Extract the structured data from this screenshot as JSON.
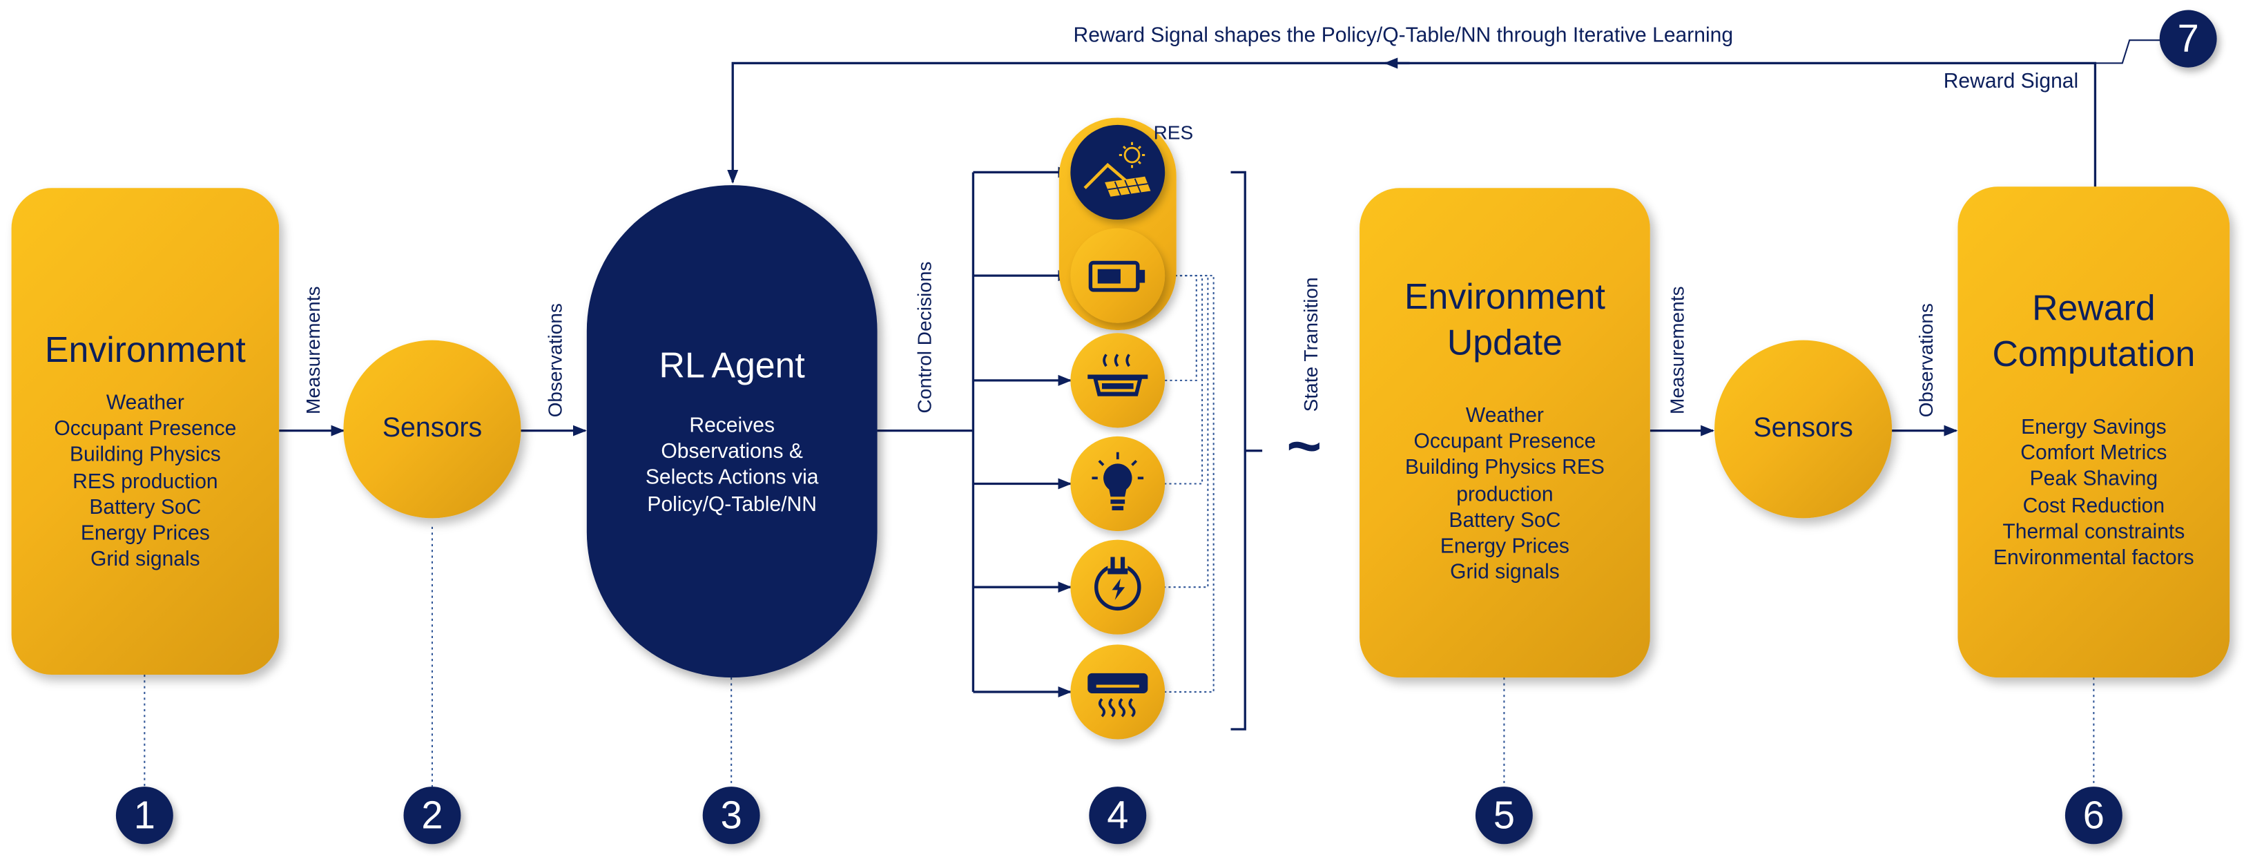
{
  "feedback": {
    "label": "Reward Signal shapes the Policy/Q-Table/NN through Iterative Learning",
    "reward_signal_label": "Reward Signal"
  },
  "blocks": {
    "environment": {
      "title": "Environment",
      "items": [
        "Weather",
        "Occupant Presence",
        "Building Physics",
        "RES production",
        "Battery SoC",
        "Energy Prices",
        "Grid signals"
      ]
    },
    "sensors1": {
      "title": "Sensors"
    },
    "agent": {
      "title": "RL Agent",
      "desc_lines": [
        "Receives",
        "Observations &",
        "Selects Actions via",
        "Policy/Q-Table/NN"
      ]
    },
    "devices": {
      "res_label": "RES",
      "icons": [
        "solar-panel-icon",
        "battery-icon",
        "heating-pot-icon",
        "light-bulb-icon",
        "ev-charger-icon",
        "air-conditioner-icon"
      ]
    },
    "env_update": {
      "title_lines": [
        "Environment",
        "Update"
      ],
      "items": [
        "Weather",
        "Occupant Presence",
        "Building Physics RES",
        "production",
        "Battery SoC",
        "Energy Prices",
        "Grid signals"
      ]
    },
    "sensors2": {
      "title": "Sensors"
    },
    "reward": {
      "title_lines": [
        "Reward",
        "Computation"
      ],
      "items": [
        "Energy Savings",
        "Comfort Metrics",
        "Peak Shaving",
        "Cost Reduction",
        "Thermal constraints",
        "Environmental factors"
      ]
    }
  },
  "connectors": {
    "measurements": "Measurements",
    "observations": "Observations",
    "control_decisions": "Control Decisions",
    "state_transition": "State Transition",
    "tilde": "~"
  },
  "steps": [
    "1",
    "2",
    "3",
    "4",
    "5",
    "6",
    "7"
  ],
  "colors": {
    "navy": "#0c1f5c",
    "gold": "#f4b31a"
  }
}
